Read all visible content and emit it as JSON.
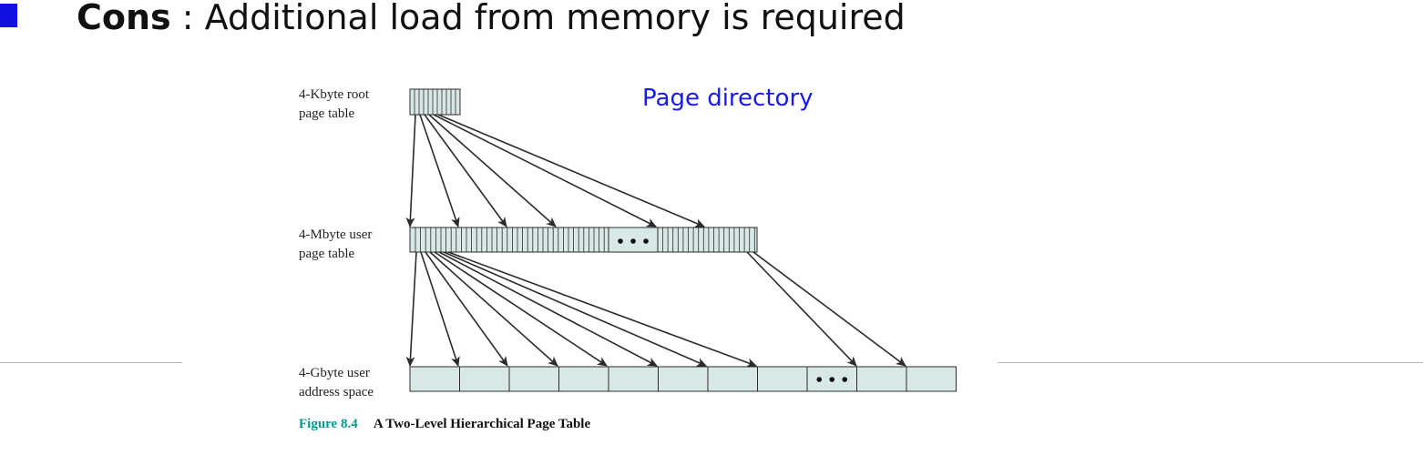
{
  "colors": {
    "bullet": "#1010e0",
    "cell_fill": "#d8e8e6",
    "cell_stroke": "#2b2b2b",
    "annotation": "#1a1aef",
    "caption_number": "#009a8f",
    "arrow": "#2b2b2b"
  },
  "bullet": {
    "icon": "square-bullet-icon",
    "bold": "Cons",
    "text": " : Additional load from memory is required"
  },
  "diagram": {
    "root_label": [
      "4-Kbyte root",
      "page table"
    ],
    "user_table_label": [
      "4-Mbyte user",
      "page table"
    ],
    "address_space_label": [
      "4-Gbyte user",
      "address space"
    ],
    "annotation": "Page directory",
    "caption_number": "Figure 8.4",
    "caption_text": "A Two-Level Hierarchical Page Table"
  }
}
